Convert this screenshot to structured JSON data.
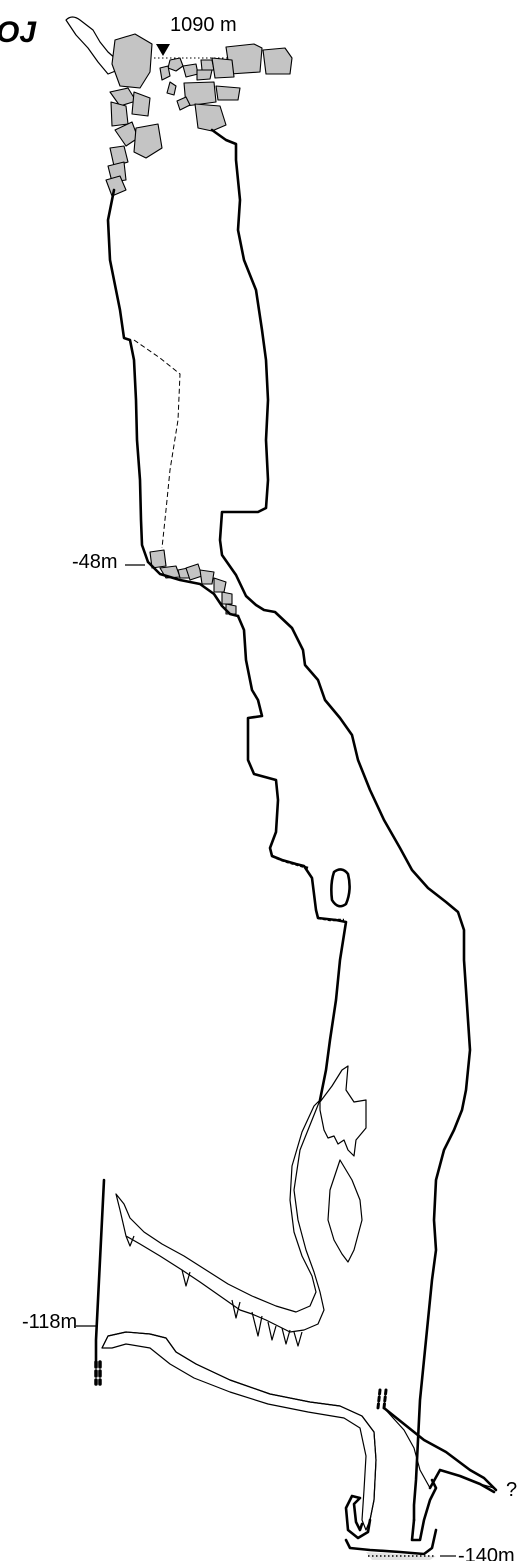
{
  "diagram": {
    "title_fragment": "OJ",
    "entrance_label": "1090 m",
    "depth_labels": {
      "d48": "-48m",
      "d118": "-118m",
      "d140": "-140m"
    },
    "unknown_continuation": "?",
    "colors": {
      "line": "#000000",
      "rock_fill": "#c4c4c4",
      "sediment_fill": "#cfcfcf",
      "flowstone_light": "#ebebeb",
      "flowstone_dark": "#a9a9a9",
      "background": "#ffffff"
    }
  }
}
